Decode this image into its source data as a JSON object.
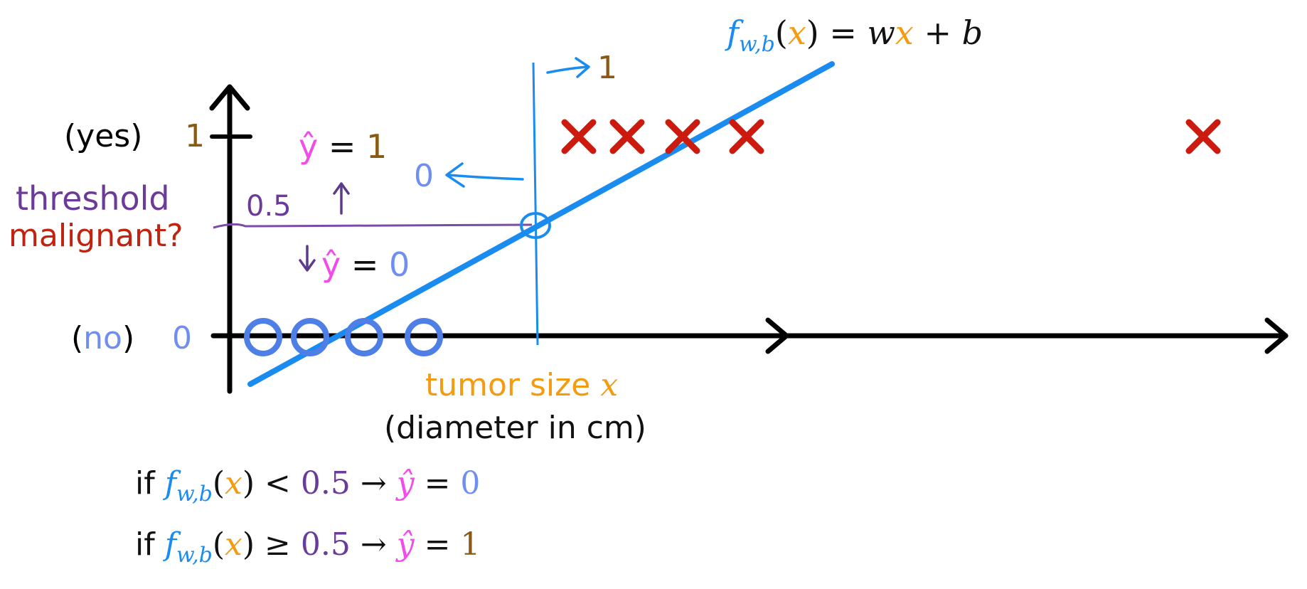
{
  "colors": {
    "background": "#ffffff",
    "axis": "#000000",
    "line": "#1a8cf0",
    "benign_circle": "#4e7fe6",
    "malignant_x": "#cc1a0e",
    "yes_brown": "#8a5a14",
    "no_blue": "#6f8ef0",
    "threshold_purple": "#6a3b99",
    "malignant_red": "#c0230f",
    "tumor_orange": "#f39c12",
    "yhat_pink": "#f24be9",
    "ink": "#111111"
  },
  "icons": {
    "malignant_marker": "x-mark-icon",
    "benign_marker": "circle-icon",
    "arrow": "arrow-icon"
  },
  "axis_labels": {
    "yes_paren": "(yes)",
    "yes_value": "1",
    "no_paren": "(no)",
    "no_value": "0",
    "threshold_word": "threshold",
    "malignant_question": "malignant?",
    "threshold_value": "0.5",
    "x_axis_title": "tumor size",
    "x_axis_var": "x",
    "x_axis_subtitle": "(diameter in cm)"
  },
  "formula": {
    "f": "f",
    "subscript": "w,b",
    "paren_open": "(",
    "var": "x",
    "paren_close": ")",
    "eq": " = ",
    "w": "w",
    "x": "x",
    "plus": " + ",
    "b": "b"
  },
  "annotations": {
    "yhat_upper_symbol": "ŷ",
    "yhat_upper_eq": "=",
    "yhat_upper_value": "1",
    "yhat_lower_symbol": "ŷ",
    "yhat_lower_eq": "=",
    "yhat_lower_value": "0",
    "right_arrow_value": "1",
    "left_arrow_value": "0"
  },
  "rules": [
    {
      "if": "if",
      "f": "f",
      "subscript": "w,b",
      "paren_open": "(",
      "var": "x",
      "paren_close": ")",
      "op": " < ",
      "threshold": "0.5",
      "arrow": " → ",
      "yhat": "ŷ",
      "eq": " = ",
      "result": "0"
    },
    {
      "if": "if",
      "f": "f",
      "subscript": "w,b",
      "paren_open": "(",
      "var": "x",
      "paren_close": ")",
      "op": " ≥ ",
      "threshold": "0.5",
      "arrow": " → ",
      "yhat": "ŷ",
      "eq": " = ",
      "result": "1"
    }
  ]
}
